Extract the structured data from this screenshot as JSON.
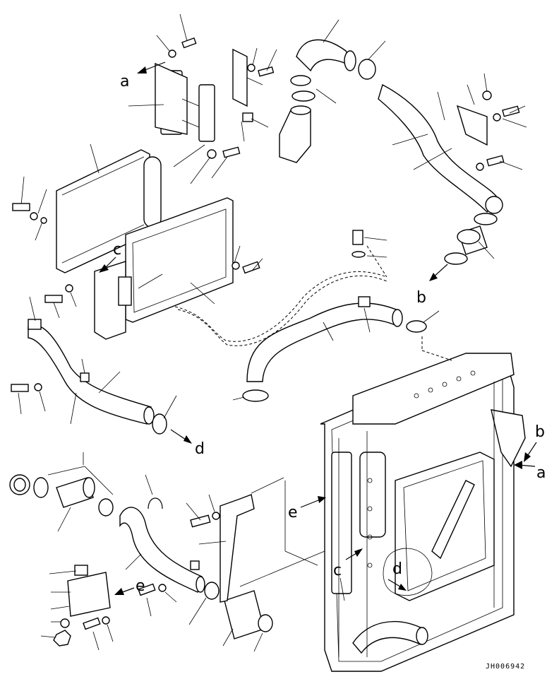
{
  "drawing_code": "JH006942",
  "callouts": {
    "a_top": "a",
    "a_right": "a",
    "b_mid": "b",
    "b_right": "b",
    "c_upper": "c",
    "c_lower": "c",
    "d_left": "d",
    "d_lower": "d",
    "e_right": "e",
    "e_lower": "e"
  }
}
